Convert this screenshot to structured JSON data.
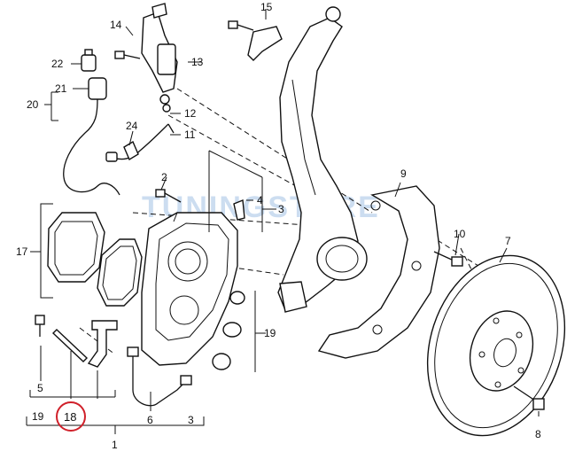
{
  "labels": {
    "l1": "1",
    "l2": "2",
    "l3": "3",
    "l3b": "3",
    "l4": "4",
    "l5": "5",
    "l6": "6",
    "l7": "7",
    "l8": "8",
    "l9": "9",
    "l10": "10",
    "l11": "11",
    "l12": "12",
    "l13": "13",
    "l14": "14",
    "l15": "15",
    "l17": "17",
    "l18": "18",
    "l19": "19",
    "l19b": "19",
    "l20": "20",
    "l21": "21",
    "l22": "22",
    "l24": "24"
  },
  "highlight": {
    "color": "#d0202a"
  },
  "watermark": {
    "text": "TUNINGSTORE"
  }
}
